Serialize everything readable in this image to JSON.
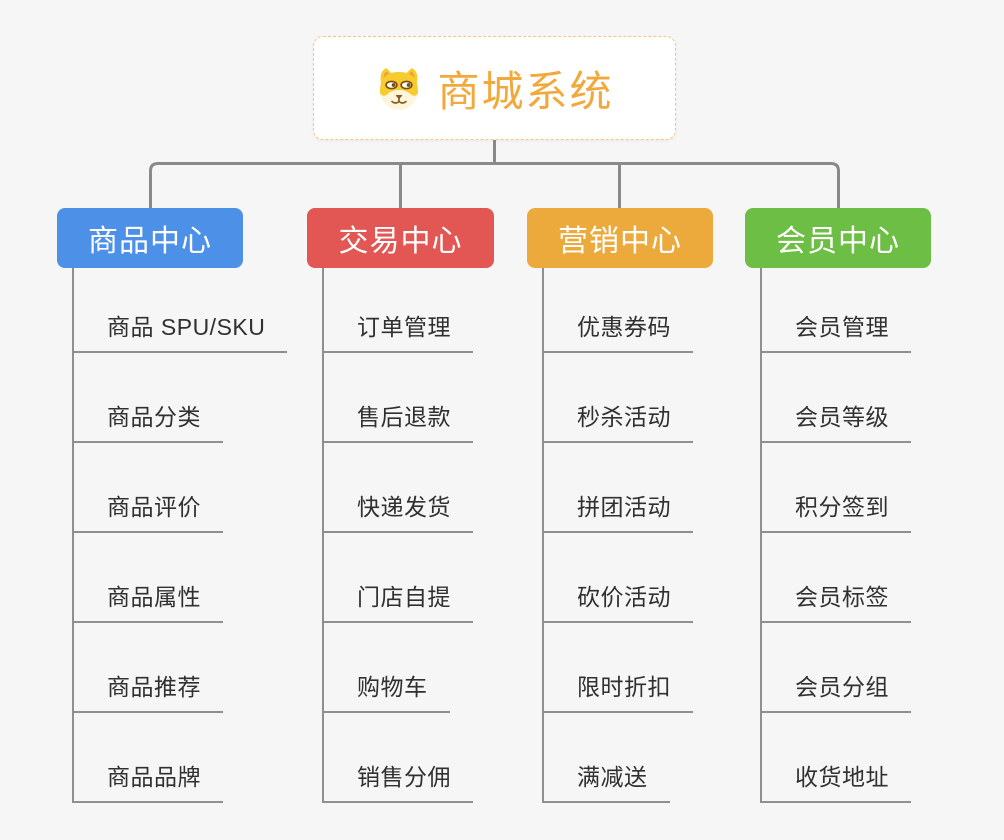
{
  "root": {
    "title": "商城系统",
    "icon": "dog-face-icon"
  },
  "branches": [
    {
      "label": "商品中心",
      "color": "#4d90e8",
      "items": [
        "商品 SPU/SKU",
        "商品分类",
        "商品评价",
        "商品属性",
        "商品推荐",
        "商品品牌"
      ]
    },
    {
      "label": "交易中心",
      "color": "#e25653",
      "items": [
        "订单管理",
        "售后退款",
        "快递发货",
        "门店自提",
        "购物车",
        "销售分佣"
      ]
    },
    {
      "label": "营销中心",
      "color": "#edaa3c",
      "items": [
        "优惠券码",
        "秒杀活动",
        "拼团活动",
        "砍价活动",
        "限时折扣",
        "满减送"
      ]
    },
    {
      "label": "会员中心",
      "color": "#6dbe44",
      "items": [
        "会员管理",
        "会员等级",
        "积分签到",
        "会员标签",
        "会员分组",
        "收货地址"
      ]
    }
  ],
  "colors": {
    "canvas_bg": "#f6f6f6",
    "connector": "#8a8a8a",
    "root_text": "#f2a93c",
    "root_border": "#f5c57e",
    "item_text": "#303030",
    "item_line": "#8f8f8f"
  }
}
